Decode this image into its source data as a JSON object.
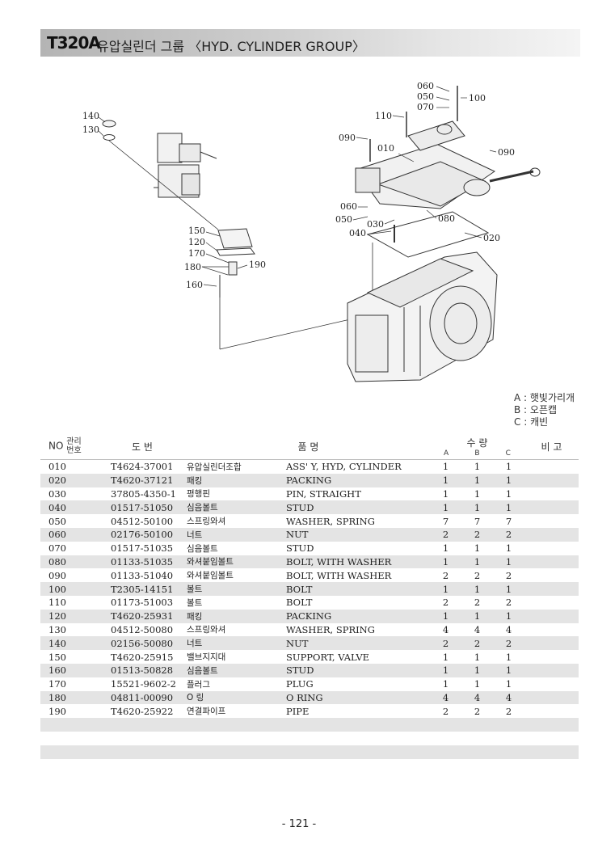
{
  "header": {
    "code": "T320A",
    "title": "유압실린더 그룹 〈HYD. CYLINDER GROUP〉"
  },
  "callouts": [
    "140",
    "130",
    "150",
    "120",
    "170",
    "180",
    "190",
    "160",
    "060",
    "050",
    "070",
    "100",
    "110",
    "090",
    "010",
    "090",
    "060",
    "050",
    "030",
    "040",
    "080",
    "020"
  ],
  "legend": [
    {
      "key": "A",
      "label": "햇빛가리개"
    },
    {
      "key": "B",
      "label": "오픈캡"
    },
    {
      "key": "C",
      "label": "캐빈"
    }
  ],
  "columns": {
    "no": "NO",
    "mgmt_no": "관리번호",
    "drawing_no": "도 번",
    "name": "품 명",
    "qty": "수 량",
    "qty_a": "A",
    "qty_b": "B",
    "qty_c": "C",
    "remarks": "비 고"
  },
  "rows": [
    {
      "no": "010",
      "pn": "T4624-37001",
      "kr": "유압실린더조합",
      "en": "ASS' Y, HYD, CYLINDER",
      "a": "1",
      "b": "1",
      "c": "1"
    },
    {
      "no": "020",
      "pn": "T4620-37121",
      "kr": "패킹",
      "en": "PACKING",
      "a": "1",
      "b": "1",
      "c": "1"
    },
    {
      "no": "030",
      "pn": "37805-4350-1",
      "kr": "평행핀",
      "en": "PIN, STRAIGHT",
      "a": "1",
      "b": "1",
      "c": "1"
    },
    {
      "no": "040",
      "pn": "01517-51050",
      "kr": "심음볼트",
      "en": "STUD",
      "a": "1",
      "b": "1",
      "c": "1"
    },
    {
      "no": "050",
      "pn": "04512-50100",
      "kr": "스프링와셔",
      "en": "WASHER, SPRING",
      "a": "7",
      "b": "7",
      "c": "7"
    },
    {
      "no": "060",
      "pn": "02176-50100",
      "kr": "너트",
      "en": "NUT",
      "a": "2",
      "b": "2",
      "c": "2"
    },
    {
      "no": "070",
      "pn": "01517-51035",
      "kr": "심음볼트",
      "en": "STUD",
      "a": "1",
      "b": "1",
      "c": "1"
    },
    {
      "no": "080",
      "pn": "01133-51035",
      "kr": "와셔붙임볼트",
      "en": "BOLT, WITH WASHER",
      "a": "1",
      "b": "1",
      "c": "1"
    },
    {
      "no": "090",
      "pn": "01133-51040",
      "kr": "와셔붙임볼트",
      "en": "BOLT, WITH WASHER",
      "a": "2",
      "b": "2",
      "c": "2"
    },
    {
      "no": "100",
      "pn": "T2305-14151",
      "kr": "볼트",
      "en": "BOLT",
      "a": "1",
      "b": "1",
      "c": "1"
    },
    {
      "no": "110",
      "pn": "01173-51003",
      "kr": "볼트",
      "en": "BOLT",
      "a": "2",
      "b": "2",
      "c": "2"
    },
    {
      "no": "120",
      "pn": "T4620-25931",
      "kr": "패킹",
      "en": "PACKING",
      "a": "1",
      "b": "1",
      "c": "1"
    },
    {
      "no": "130",
      "pn": "04512-50080",
      "kr": "스프링와셔",
      "en": "WASHER, SPRING",
      "a": "4",
      "b": "4",
      "c": "4"
    },
    {
      "no": "140",
      "pn": "02156-50080",
      "kr": "너트",
      "en": "NUT",
      "a": "2",
      "b": "2",
      "c": "2"
    },
    {
      "no": "150",
      "pn": "T4620-25915",
      "kr": "밸브지지대",
      "en": "SUPPORT, VALVE",
      "a": "1",
      "b": "1",
      "c": "1"
    },
    {
      "no": "160",
      "pn": "01513-50828",
      "kr": "심음볼트",
      "en": "STUD",
      "a": "1",
      "b": "1",
      "c": "1"
    },
    {
      "no": "170",
      "pn": "15521-9602-2",
      "kr": "플러그",
      "en": "PLUG",
      "a": "1",
      "b": "1",
      "c": "1"
    },
    {
      "no": "180",
      "pn": "04811-00090",
      "kr": "O 링",
      "en": "O RING",
      "a": "4",
      "b": "4",
      "c": "4"
    },
    {
      "no": "190",
      "pn": "T4620-25922",
      "kr": "연결파이프",
      "en": "PIPE",
      "a": "2",
      "b": "2",
      "c": "2"
    }
  ],
  "page_number": "- 121 -"
}
